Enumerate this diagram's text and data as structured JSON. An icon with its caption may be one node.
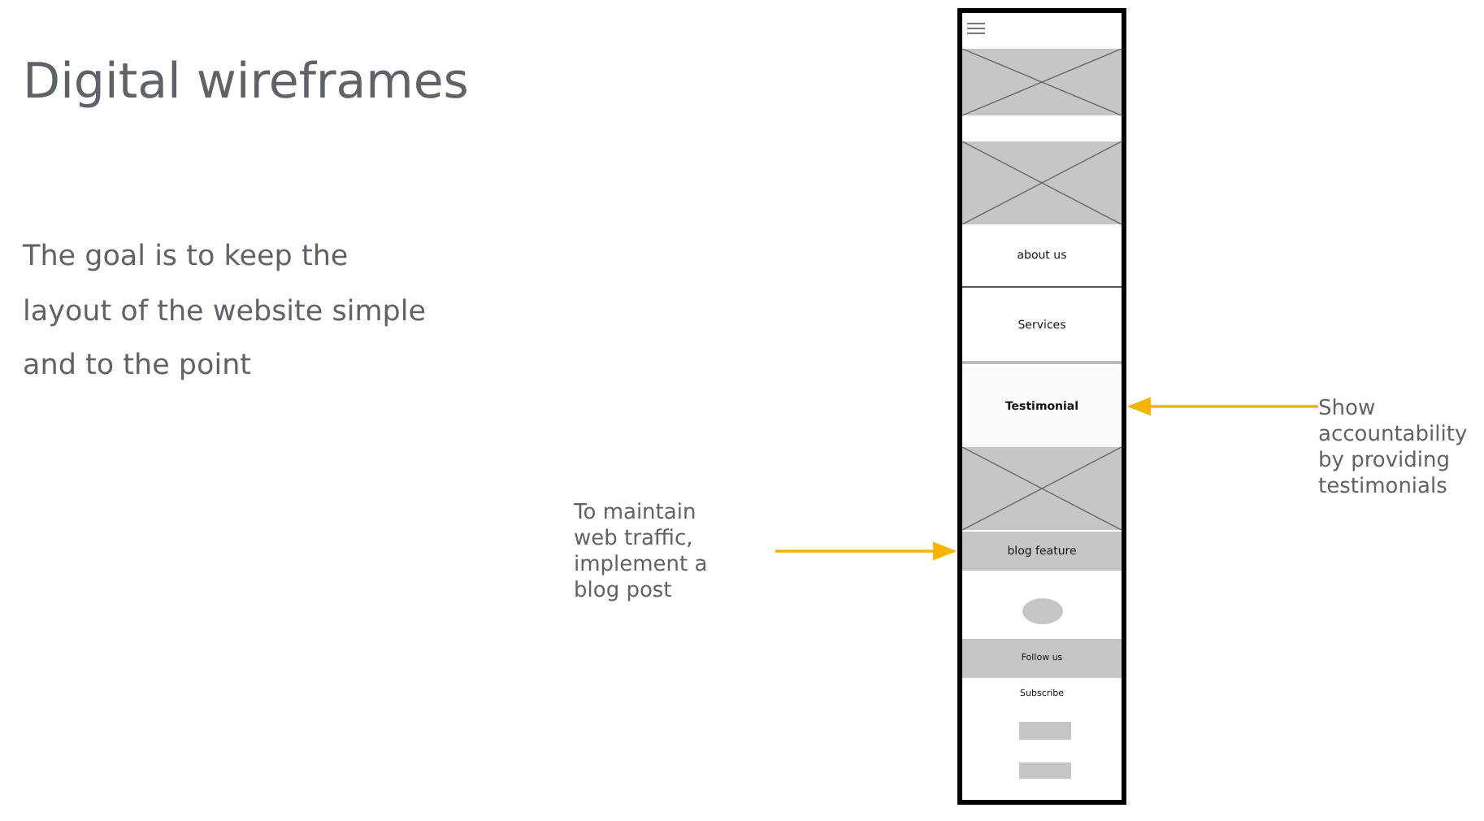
{
  "diagram": {
    "title": "Digital wireframes",
    "nodes": [
      {
        "text": [],
        "shape": "box"
      },
      {
        "text": [],
        "shape": "box",
        "in": 0
      },
      {
        "text": [],
        "shape": "box",
        "in": 0
      },
      {
        "text": [
          "about us"
        ],
        "in": 0
      },
      {
        "text": [
          "Services"
        ],
        "in": 0
      },
      {
        "text": [
          "Testimonial"
        ],
        "in": 0
      },
      {
        "text": [],
        "shape": "box",
        "in": 0
      },
      {
        "text": [
          "blog feature"
        ],
        "in": 0
      },
      {
        "text": [],
        "shape": "circle",
        "in": 0
      },
      {
        "text": [
          "Follow us"
        ],
        "in": 0
      },
      {
        "text": [
          "Subscribe"
        ],
        "in": 0
      },
      {
        "text": [],
        "shape": "bar",
        "in": 0
      },
      {
        "text": [],
        "shape": "bar",
        "in": 0
      },
      {
        "text": [
          "To maintain web traffic, implement a blog post"
        ]
      },
      {
        "text": [
          "Show accountability by providing testimonials"
        ]
      }
    ],
    "edges": [
      {
        "from": 13,
        "to": 7,
        "arrow": "to"
      },
      {
        "from": 14,
        "to": 5,
        "arrow": "to"
      }
    ],
    "labels": [
      "The goal is to keep the layout of the website simple and to the point"
    ]
  }
}
